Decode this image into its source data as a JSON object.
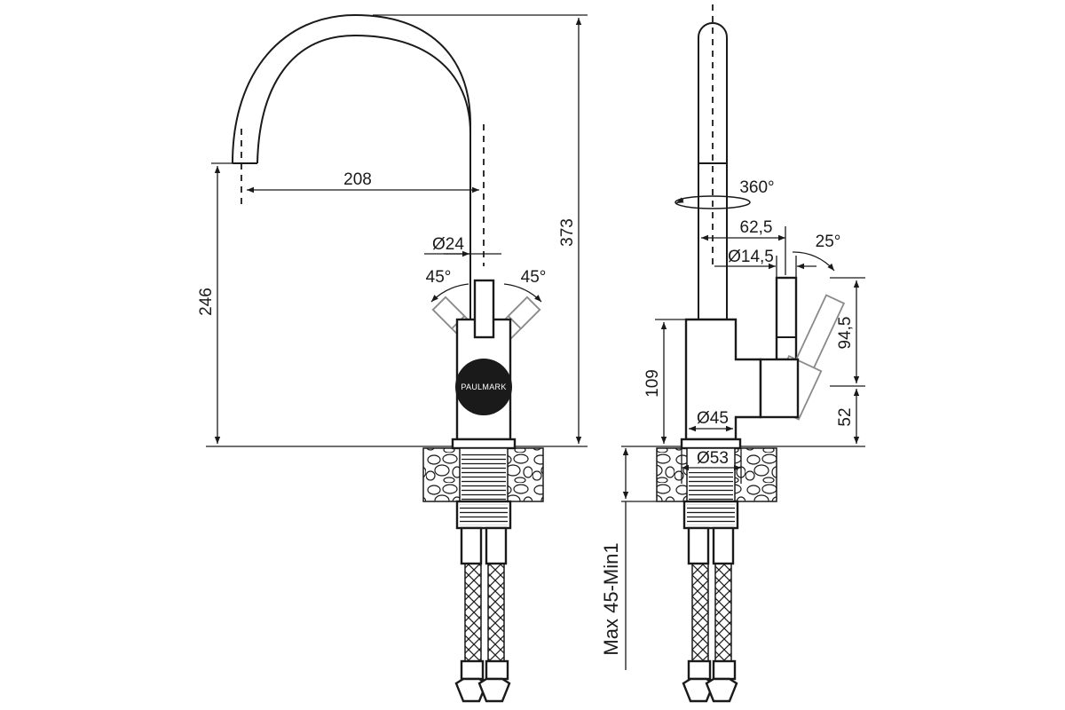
{
  "brand": "PAULMARK",
  "front_view": {
    "spout_reach": "208",
    "total_height": "373",
    "spout_height": "246",
    "spout_diameter": "Ø24",
    "lever_angle_left": "45°",
    "lever_angle_right": "45°"
  },
  "side_view": {
    "rotation_angle": "360°",
    "lever_offset": "62,5",
    "lever_diameter": "Ø14,5",
    "lever_tilt": "25°",
    "lever_length": "94,5",
    "lever_axis_height": "52",
    "body_height": "109",
    "body_diameter": "Ø45",
    "base_diameter": "Ø53",
    "countertop_thickness": "Max 45-Min1"
  },
  "colors": {
    "line": "#1a1a1a",
    "lever_ghost": "#8a8a8a",
    "background": "#ffffff"
  }
}
